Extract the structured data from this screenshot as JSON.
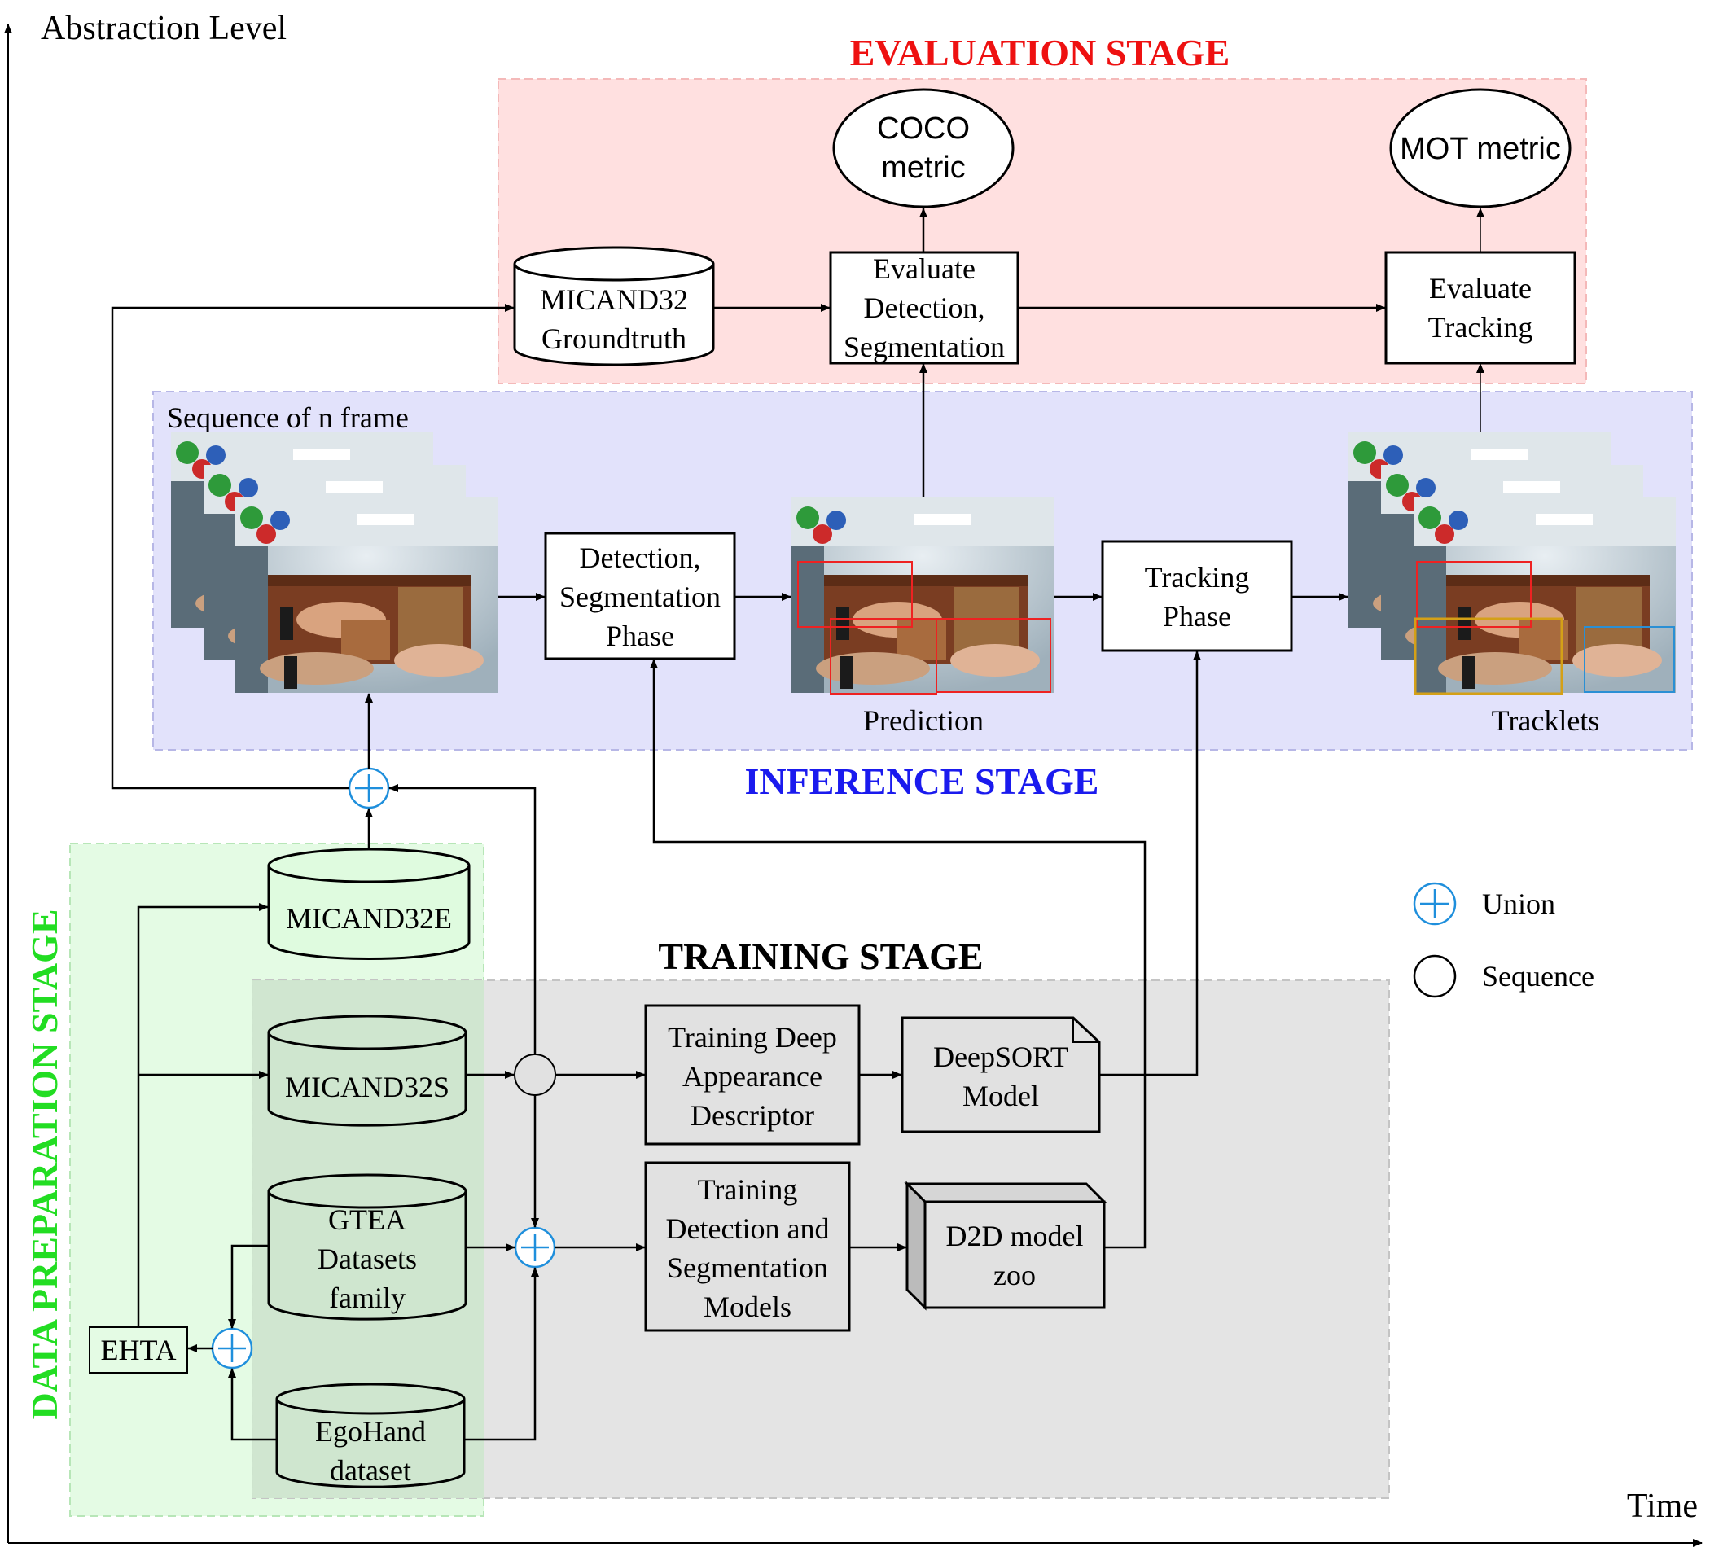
{
  "axes": {
    "y_label": "Abstraction Level",
    "x_label": "Time"
  },
  "stages": {
    "evaluation": {
      "title": "EVALUATION STAGE",
      "color": "#ee1111",
      "bg": "#ffe0e0"
    },
    "inference": {
      "title": "INFERENCE STAGE",
      "color": "#1a1aee",
      "bg": "#e2e2fb"
    },
    "training": {
      "title": "TRAINING STAGE",
      "color": "#000000",
      "bg": "#e4e4e4"
    },
    "data_preparation": {
      "title": "DATA PREPARATION STAGE",
      "color": "#22dd22",
      "bg": "#e4fbe4",
      "overlap_bg": "#cfe6cf"
    }
  },
  "evaluation": {
    "coco_metric": [
      "COCO",
      "metric"
    ],
    "mot_metric": "MOT metric",
    "groundtruth": [
      "MICAND32",
      "Groundtruth"
    ],
    "evaluate_detection": [
      "Evaluate",
      "Detection,",
      "Segmentation"
    ],
    "evaluate_tracking": [
      "Evaluate",
      "Tracking"
    ]
  },
  "inference": {
    "sequence_label": "Sequence of n frame",
    "detection_phase": [
      "Detection,",
      "Segmentation",
      "Phase"
    ],
    "prediction_label": "Prediction",
    "tracking_phase": [
      "Tracking",
      "Phase"
    ],
    "tracklets_label": "Tracklets"
  },
  "training": {
    "train_appearance": [
      "Training Deep",
      "Appearance",
      "Descriptor"
    ],
    "deepsort_model": [
      "DeepSORT",
      "Model"
    ],
    "train_detection": [
      "Training",
      "Detection and",
      "Segmentation",
      "Models"
    ],
    "d2d_zoo": [
      "D2D model",
      "zoo"
    ]
  },
  "data_preparation": {
    "micand32e": "MICAND32E",
    "micand32s": "MICAND32S",
    "gtea": [
      "GTEA",
      "Datasets",
      "family"
    ],
    "egohand": [
      "EgoHand",
      "dataset"
    ],
    "ehta": "EHTA"
  },
  "legend": {
    "union": "Union",
    "sequence": "Sequence"
  },
  "colors": {
    "union_symbol": "#1f8fdc",
    "arrow": "#000000"
  }
}
